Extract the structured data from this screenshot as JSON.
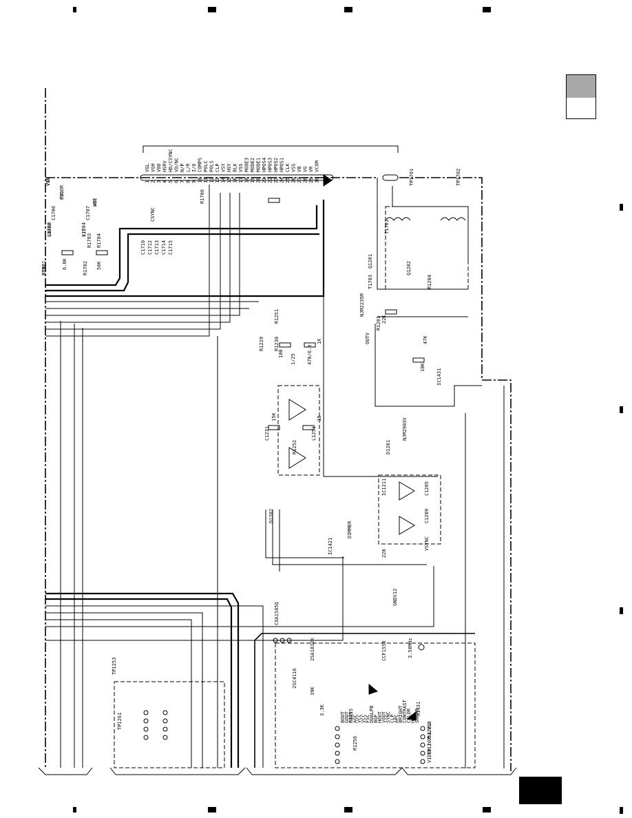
{
  "schematic": {
    "connector_pins": [
      "VGL",
      "VGH",
      "VDD",
      "HSRV",
      "HD/CSYNC",
      "VD/NC",
      "N/P",
      "L/R",
      "I/O",
      "COMPS",
      "POLC",
      "POLS",
      "CLP",
      "VSY",
      "HSY",
      "BLK",
      "VSS",
      "MODE3",
      "MODE2",
      "MODE1",
      "HPOS4",
      "HPOS3",
      "HPOS2",
      "HPOS1",
      "CLK",
      "VSS",
      "VB",
      "VG",
      "VR",
      "VCOM"
    ],
    "pin_numbers": [
      "1",
      "2",
      "3",
      "4",
      "5",
      "6",
      "7",
      "8",
      "9",
      "10",
      "11",
      "12",
      "13",
      "14",
      "15",
      "16",
      "17",
      "18",
      "19",
      "20",
      "21",
      "22",
      "23",
      "24",
      "25",
      "26",
      "27",
      "28",
      "29",
      "30"
    ],
    "net_labels": [
      "VGL",
      "PVD",
      "VEE",
      "L1703",
      "L1704",
      "R1701",
      "R1702",
      "C1706",
      "C1707",
      "C1710",
      "C1712",
      "C1713",
      "C1714",
      "C1715",
      "R1703",
      "R1704",
      "CSYNC",
      "R1706",
      "TP1701",
      "TP1702",
      "T1701",
      "T1703",
      "Q1201",
      "Q1202",
      "R1201",
      "R1204",
      "C1205",
      "C1209",
      "IC1211",
      "NJM2903V",
      "D1201",
      "D1202",
      "R1229",
      "R1230",
      "C1231",
      "L1251",
      "R1251",
      "R1252",
      "R1255",
      "R1256",
      "TP1253",
      "TP1261",
      "IC1431",
      "CXA1585Q",
      "VSYNC",
      "IC1421",
      "NJM2235M",
      "OUTV",
      "DIMMER",
      "GNDV12",
      "X1431",
      "VSB",
      "F1201",
      "1.75A",
      "TP1207",
      "VIDEO",
      "VIN",
      "COLOR",
      "HUE",
      "SHARP",
      "Y/C",
      "SYNC"
    ],
    "component_values": [
      "1/25",
      "470/6.3",
      "15K",
      "18",
      "22K",
      "10K",
      "6.8K",
      "56K",
      "100",
      "220",
      "1K",
      "47K",
      "39K",
      "3.3K",
      "2SA1832K",
      "2SC4116",
      "CCF1558",
      "3.58MHz"
    ],
    "chip_pins": [
      "BOUT",
      "GOUT",
      "ROUT",
      "AGC",
      "VCC",
      "VCC",
      "FSC",
      "DUALPB",
      "BGF",
      "HOUT",
      "VOUT",
      "SYNC",
      "CLP",
      "APC",
      "BRIGHT",
      "CONTRAST",
      "COLOR",
      "HUE",
      "SHARP"
    ]
  },
  "side_tab": {
    "colors": {
      "upper": "#a8a8a8",
      "lower": "#ffffff"
    }
  },
  "page_box": {
    "color": "#000000",
    "text": ""
  },
  "grid_marks": {
    "top": [
      "",
      "",
      "",
      ""
    ],
    "bottom": [
      "",
      "",
      "",
      ""
    ]
  }
}
